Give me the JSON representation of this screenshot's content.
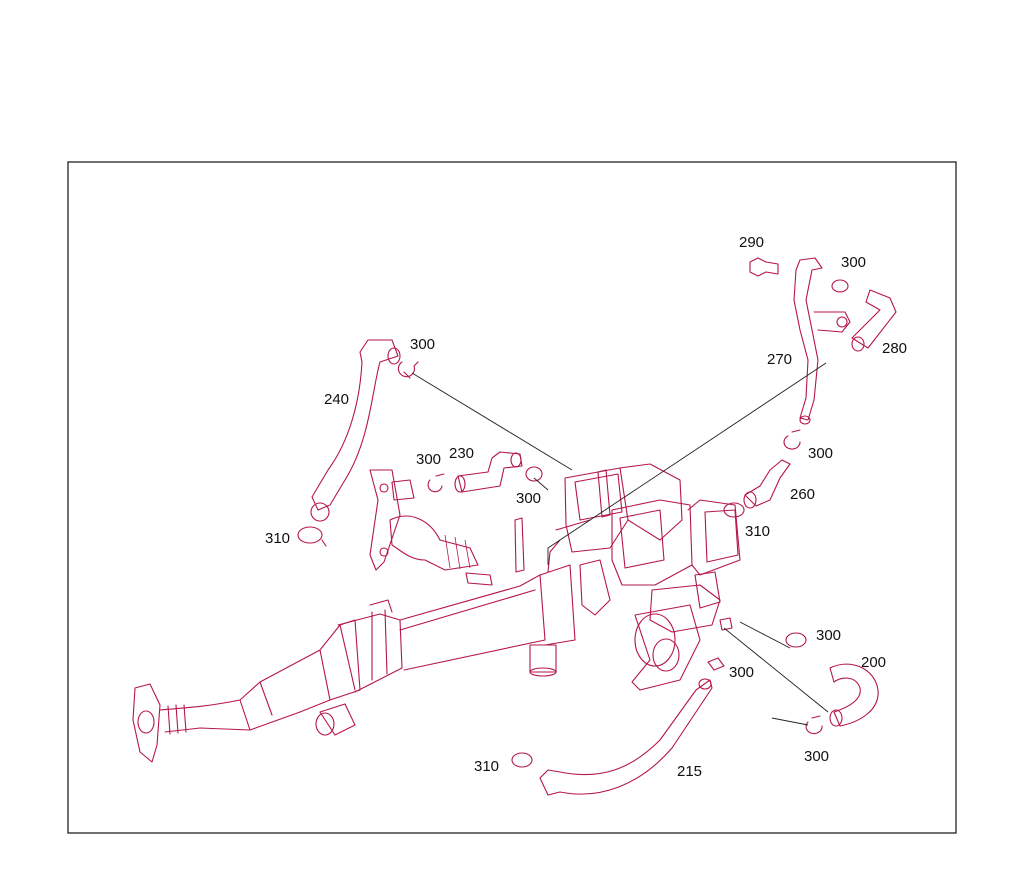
{
  "diagram": {
    "callouts": [
      "290",
      "300",
      "280",
      "270",
      "300",
      "240",
      "300",
      "230",
      "300",
      "260",
      "300",
      "310",
      "310",
      "300",
      "200",
      "300",
      "300",
      "310",
      "215"
    ]
  },
  "colors": {
    "line": "#b5164d",
    "frame": "#222222",
    "text": "#111111"
  }
}
